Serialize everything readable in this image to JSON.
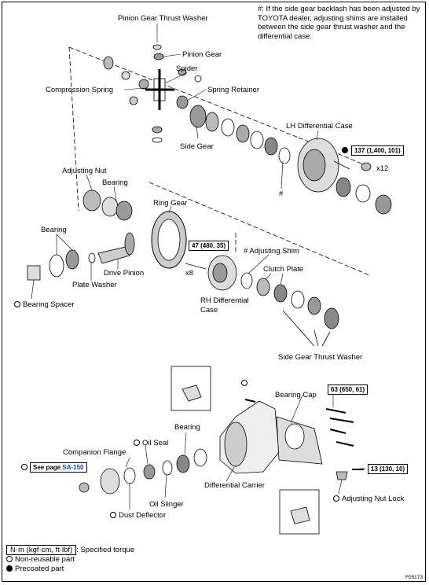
{
  "note": "#: If the side gear backlash has been adjusted by TOYOTA dealer, adjusting shims are installed between the side gear thrust washer and the differential case.",
  "labels": {
    "pinion_thrust_washer": "Pinion Gear Thrust Washer",
    "pinion_gear": "Pinion Gear",
    "spider": "Spider",
    "compression_spring": "Compression Spring",
    "spring_retainer": "Spring Retainer",
    "side_gear": "Side Gear",
    "lh_case": "LH Differential Case",
    "hash1": "#",
    "x12": "x12",
    "adjusting_nut": "Adjusting Nut",
    "bearing_top": "Bearing",
    "ring_gear": "Ring Gear",
    "bearing_left": "Bearing",
    "drive_pinion": "Drive Pinion",
    "plate_washer": "Plate Washer",
    "bearing_spacer": "Bearing Spacer",
    "x8": "x8",
    "adjusting_shim": "# Adjusting Shim",
    "clutch_plate": "Clutch Plate",
    "rh_case_line1": "RH Differential",
    "rh_case_line2": "Case",
    "side_gear_thrust_washer": "Side Gear Thrust Washer",
    "bearing_cap": "Bearing Cap",
    "oil_seal": "Oil Seal",
    "bearing_lower": "Bearing",
    "companion_flange": "Companion Flange",
    "see_page_prefix": "See page",
    "see_page_ref": "SA-150",
    "differential_carrier": "Differential Carrier",
    "oil_slinger": "Oil Slinger",
    "dust_deflector": "Dust Deflector",
    "adjusting_nut_lock": "Adjusting Nut Lock"
  },
  "torques": {
    "t137": "137 (1,400, 101)",
    "t47": "47 (480, 35)",
    "t63": "63 (650, 61)",
    "t13": "13 (130, 10)"
  },
  "legend": {
    "units": "N·m (kgf·cm, ft·lbf)",
    "units_desc": ": Specified torque",
    "non_reusable": "Non-reusable part",
    "precoated": "Precoated part"
  },
  "figure_code": "F05173"
}
